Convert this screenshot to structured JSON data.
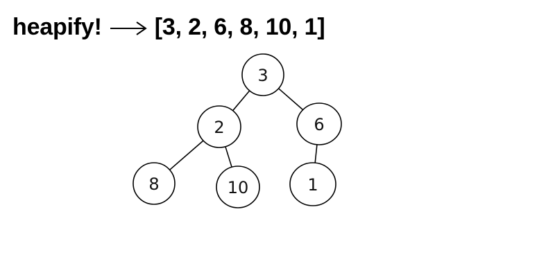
{
  "header": {
    "title": "heapify!",
    "arrow_icon": "long-right-arrow-icon",
    "array_text": "[3, 2, 6, 8, 10, 1]"
  },
  "tree": {
    "nodes": [
      {
        "id": "n0",
        "label": "3"
      },
      {
        "id": "n1",
        "label": "2"
      },
      {
        "id": "n2",
        "label": "6"
      },
      {
        "id": "n3",
        "label": "8"
      },
      {
        "id": "n4",
        "label": "10"
      },
      {
        "id": "n5",
        "label": "1"
      }
    ],
    "edges": [
      {
        "from": "n0",
        "to": "n1"
      },
      {
        "from": "n0",
        "to": "n2"
      },
      {
        "from": "n1",
        "to": "n3"
      },
      {
        "from": "n1",
        "to": "n4"
      },
      {
        "from": "n2",
        "to": "n5"
      }
    ],
    "stroke_color": "#000000"
  }
}
